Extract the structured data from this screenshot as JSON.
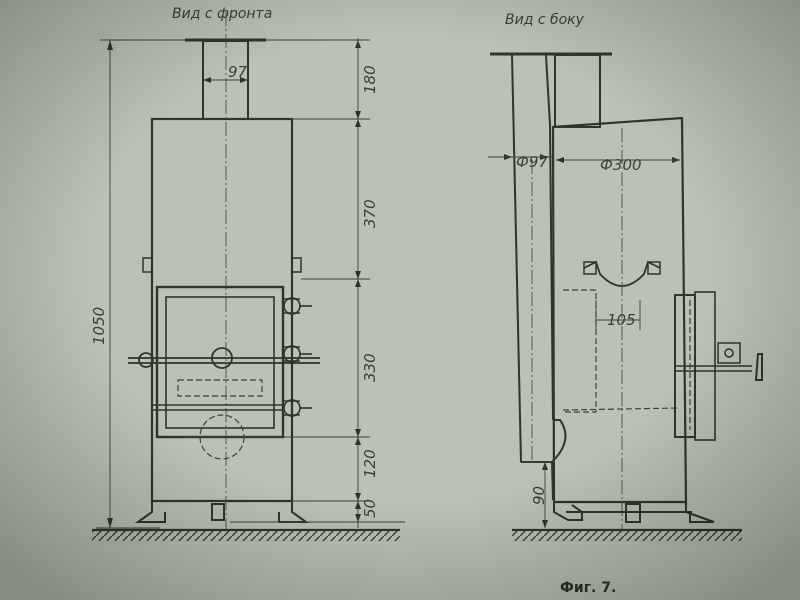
{
  "views": {
    "front": {
      "title": "Вид с фронта"
    },
    "side": {
      "title": "Вид с боку"
    }
  },
  "dimensions": {
    "pipe_width": "97",
    "total_height": "1050",
    "pipe_height": "180",
    "upper_body": "370",
    "firebox": "330",
    "ash_section": "120",
    "base": "50",
    "side_pipe_diameter": "Ф97",
    "body_diameter": "Ф300",
    "grate_width": "105",
    "side_base": "90"
  },
  "caption": "Фиг. 7.",
  "colors": {
    "paper": "#b9c2b3",
    "ink": "#2f352d"
  }
}
